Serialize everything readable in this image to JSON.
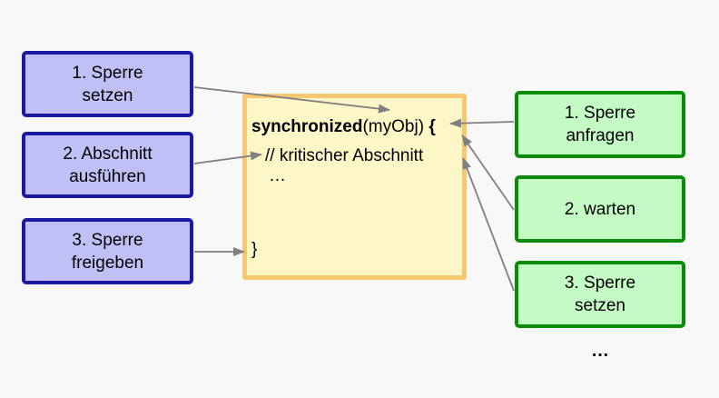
{
  "colors": {
    "page-bg": "#f8f8f8",
    "text": "#000000",
    "purple-fill": "#c0c0f7",
    "purple-border": "#1a1aa0",
    "green-fill": "#c4fac4",
    "green-border": "#0a8c0a",
    "yellow-fill": "#fdf6c6",
    "yellow-border": "#f6c76f",
    "arrow": "#808080"
  },
  "left_boxes": [
    {
      "line1": "1. Sperre",
      "line2": "setzen"
    },
    {
      "line1": "2. Abschnitt",
      "line2": "ausführen"
    },
    {
      "line1": "3. Sperre",
      "line2": "freigeben"
    }
  ],
  "right_boxes": [
    {
      "line1": "1. Sperre",
      "line2": "anfragen"
    },
    {
      "line1": "2. warten",
      "line2": ""
    },
    {
      "line1": "3. Sperre",
      "line2": "setzen"
    }
  ],
  "code_box": {
    "keyword": "synchronized",
    "call": "(myObj) ",
    "open_brace": "{",
    "comment": "// kritischer Abschnitt",
    "ellipsis": "…",
    "close_brace": "}"
  },
  "bottom_ellipsis": "…"
}
